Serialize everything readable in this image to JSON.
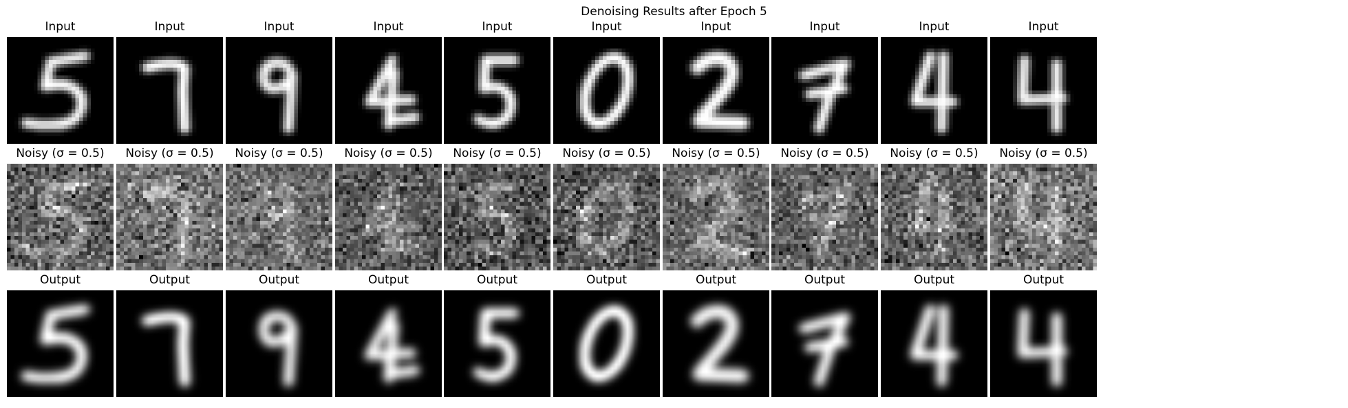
{
  "figure": {
    "title": "Denoising Results after Epoch 5"
  },
  "rows": [
    {
      "kind": "input",
      "label": "Input",
      "digits": [
        "5",
        "7",
        "9",
        "4",
        "5",
        "0",
        "2",
        "7",
        "4",
        "4"
      ]
    },
    {
      "kind": "noisy",
      "label": "Noisy (σ = 0.5)",
      "noise_sigma": 0.5,
      "digits": [
        "5",
        "7",
        "9",
        "4",
        "5",
        "0",
        "2",
        "7",
        "4",
        "4"
      ]
    },
    {
      "kind": "output",
      "label": "Output",
      "digits": [
        "5",
        "7",
        "9",
        "4",
        "5",
        "0",
        "2",
        "7",
        "4",
        "4"
      ]
    }
  ],
  "colormap": "gray"
}
